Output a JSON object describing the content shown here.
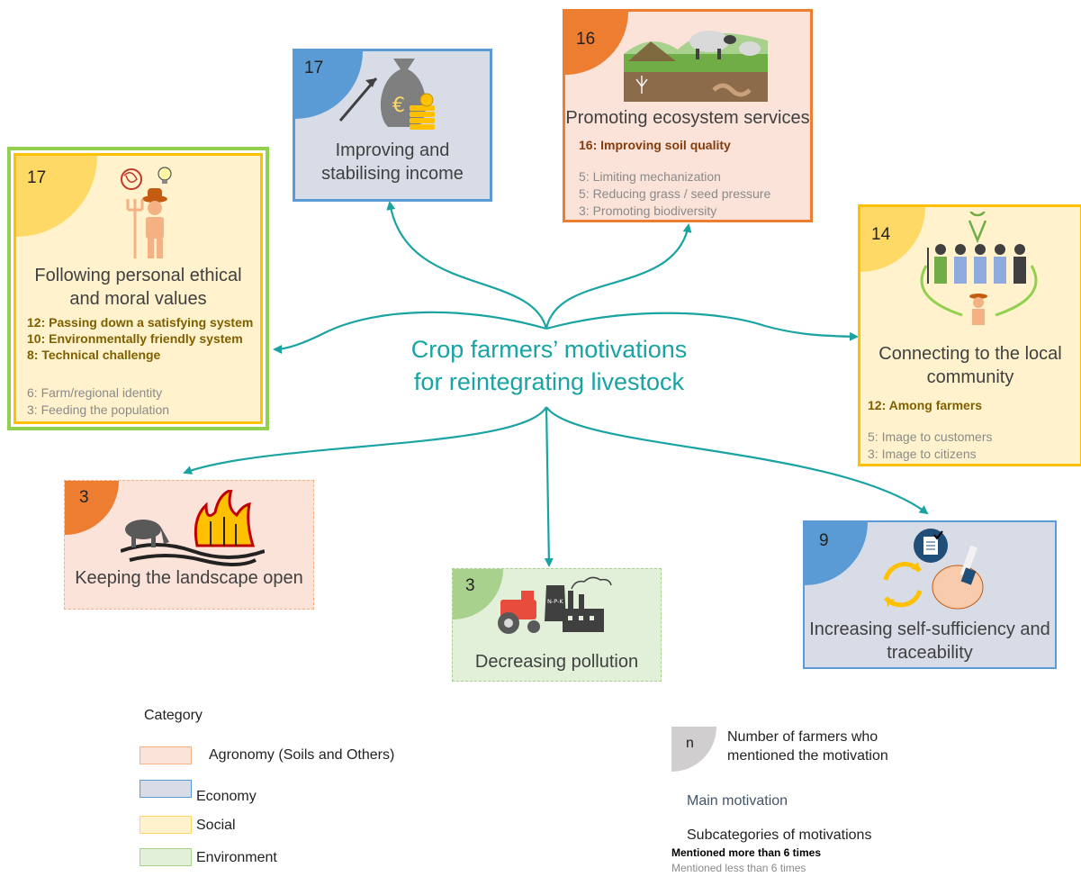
{
  "center_title": [
    "Crop farmers’ motivations",
    "for reintegrating livestock"
  ],
  "colors": {
    "agronomy_fill": "#fbe3d9",
    "agronomy_border": "#ed7d31",
    "economy_fill": "#d7dce6",
    "economy_border": "#5b9bd5",
    "social_fill": "#fff2cc",
    "social_border": "#ffc000",
    "environment_fill": "#e2f0d9",
    "environment_border": "#70ad47",
    "arrow": "#1aa3a3",
    "bold_sub": "#7f6000",
    "bold_sub_agro": "#843c0c"
  },
  "boxes": {
    "ethics": {
      "count": "17",
      "title": [
        "Following personal ethical",
        "and moral values"
      ],
      "main": [
        "12: Passing down a satisfying system",
        "10: Environmentally friendly system",
        "8: Technical challenge"
      ],
      "minor": [
        "6: Farm/regional identity",
        "3: Feeding the population"
      ]
    },
    "income": {
      "count": "17",
      "title": [
        "Improving and",
        "stabilising income"
      ]
    },
    "ecosystem": {
      "count": "16",
      "title": [
        "Promoting ecosystem services"
      ],
      "main": [
        "16: Improving soil quality"
      ],
      "minor": [
        "5: Limiting mechanization",
        "5: Reducing grass / seed pressure",
        "3: Promoting biodiversity"
      ]
    },
    "community": {
      "count": "14",
      "title": [
        "Connecting to the local",
        "community"
      ],
      "main": [
        "12: Among farmers"
      ],
      "minor": [
        "5: Image to customers",
        "3: Image to citizens"
      ]
    },
    "landscape": {
      "count": "3",
      "title": [
        "Keeping the landscape open"
      ]
    },
    "pollution": {
      "count": "3",
      "title": [
        "Decreasing pollution"
      ],
      "npk_label": "N-P-K"
    },
    "selfsuff": {
      "count": "9",
      "title": [
        "Increasing self-sufficiency and",
        "traceability"
      ]
    }
  },
  "legend": {
    "heading": "Category",
    "items": [
      "Agronomy (Soils and Others)",
      "Economy",
      "Social",
      "Environment"
    ],
    "n_symbol": "n",
    "n_text": [
      "Number of farmers who",
      "mentioned the motivation"
    ],
    "main_motivation": "Main motivation",
    "subcategories": "Subcategories of motivations",
    "more_than": "Mentioned more than 6 times",
    "less_than": "Mentioned less than 6 times"
  }
}
